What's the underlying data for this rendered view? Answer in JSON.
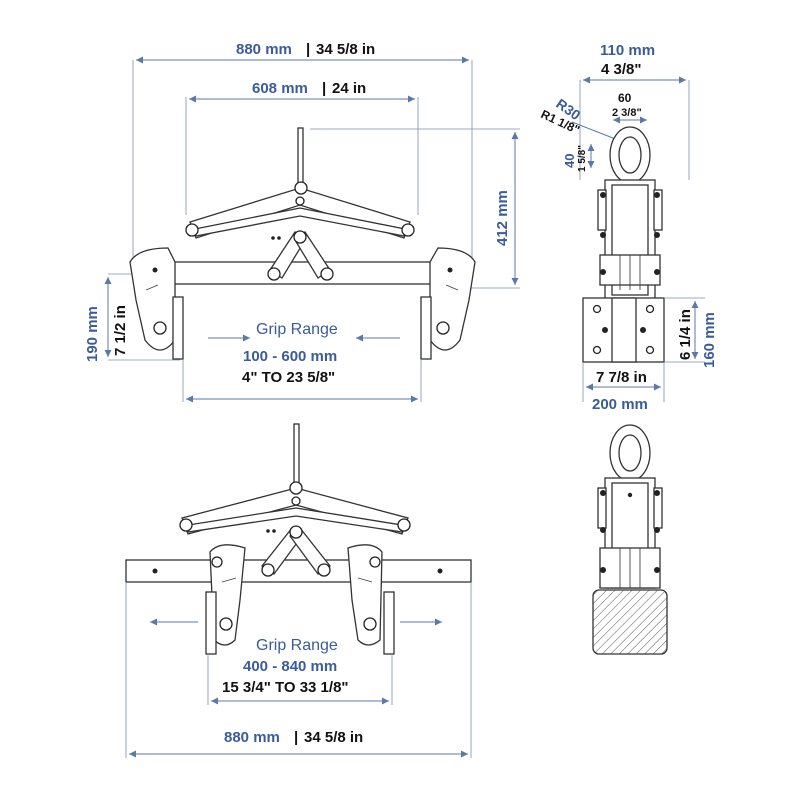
{
  "top_view": {
    "width_total": {
      "mm": "880 mm",
      "sep": "|",
      "in": "34 5/8 in"
    },
    "width_arms": {
      "mm": "608 mm",
      "sep": "|",
      "in": "24 in"
    },
    "height_total": "412  mm",
    "height_jaw_mm": "190  mm",
    "height_jaw_in": "7 1/2 in",
    "grip_label": "Grip Range",
    "grip_mm": "100 - 600 mm",
    "grip_in": "4\" TO 23 5/8\""
  },
  "side_view": {
    "width_top_mm": "110 mm",
    "width_top_in": "4 3/8\"",
    "eye_width_mm": "60",
    "eye_width_in": "2 3/8\"",
    "radius_mm": "R30",
    "radius_in": "R1 1/8\"",
    "eye_height_mm": "40",
    "eye_height_in": "1 5/8\"",
    "base_width_in": "7 7/8 in",
    "base_width_mm": "200 mm",
    "base_height_in": "6 1/4 in",
    "base_height_mm": "160 mm"
  },
  "bottom_view": {
    "grip_label": "Grip Range",
    "grip_mm": "400 - 840 mm",
    "grip_in": "15 3/4\" TO 33 1/8\"",
    "width_total": {
      "mm": "880 mm",
      "sep": "|",
      "in": "34 5/8 in"
    }
  },
  "colors": {
    "dimension": "#3b5b9a",
    "line": "#333333"
  }
}
